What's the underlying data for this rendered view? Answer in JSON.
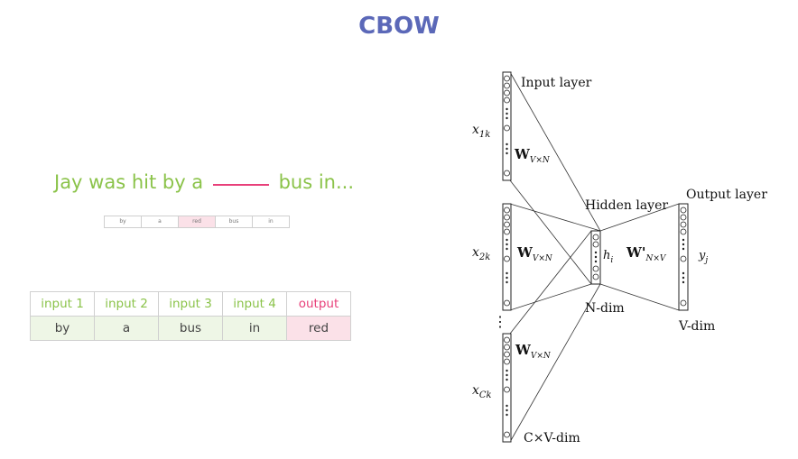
{
  "title": "CBOW",
  "sentence": {
    "before": "Jay was hit by a",
    "after": "bus in..."
  },
  "strip": [
    "by",
    "a",
    "red",
    "bus",
    "in"
  ],
  "table": {
    "headers": [
      "input 1",
      "input 2",
      "input 3",
      "input 4",
      "output"
    ],
    "values": [
      "by",
      "a",
      "bus",
      "in",
      "red"
    ]
  },
  "network": {
    "input_layer": "Input layer",
    "hidden_layer": "Hidden layer",
    "output_layer": "Output layer",
    "x1": "x",
    "x1_sub": "1k",
    "x2": "x",
    "x2_sub": "2k",
    "xc": "x",
    "xc_sub": "Ck",
    "w": "W",
    "w_sub": "V×N",
    "w_prime": "W'",
    "w_prime_sub": "N×V",
    "h": "h",
    "h_sub": "i",
    "y": "y",
    "y_sub": "j",
    "n_dim": "N-dim",
    "v_dim": "V-dim",
    "cv_dim": "C×V-dim",
    "ellipsis": "⋮"
  },
  "colors": {
    "title": "#5b68b8",
    "green": "#8bc34a",
    "pink": "#e8407a"
  }
}
